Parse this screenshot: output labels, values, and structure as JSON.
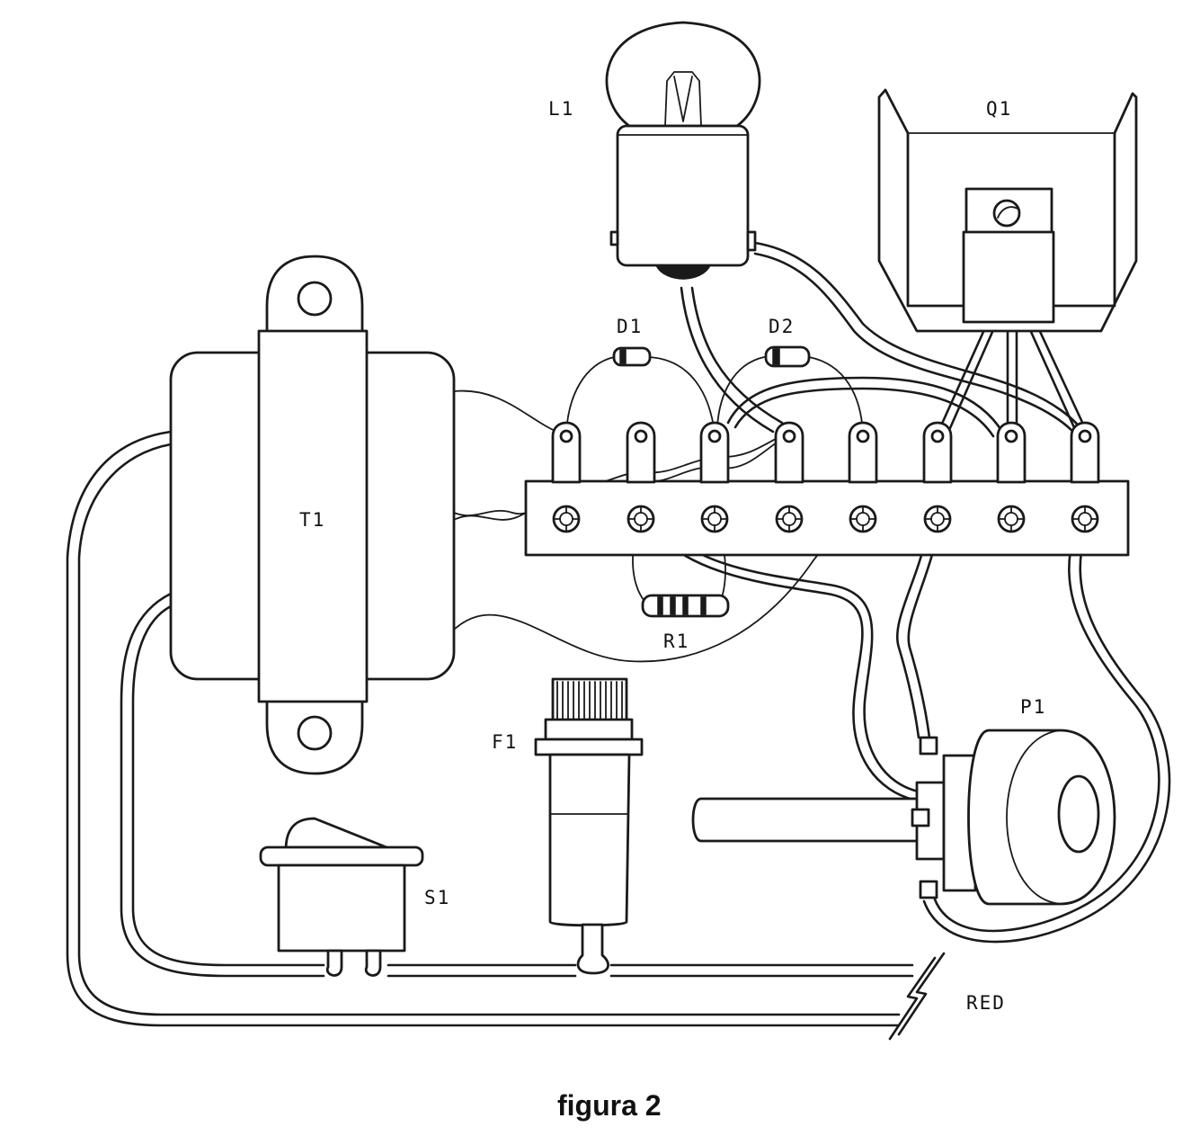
{
  "labels": {
    "T1": "T1",
    "L1": "L1",
    "Q1": "Q1",
    "D1": "D1",
    "D2": "D2",
    "R1": "R1",
    "P1": "P1",
    "F1": "F1",
    "S1": "S1",
    "RED": "RED"
  },
  "caption": "figura 2"
}
